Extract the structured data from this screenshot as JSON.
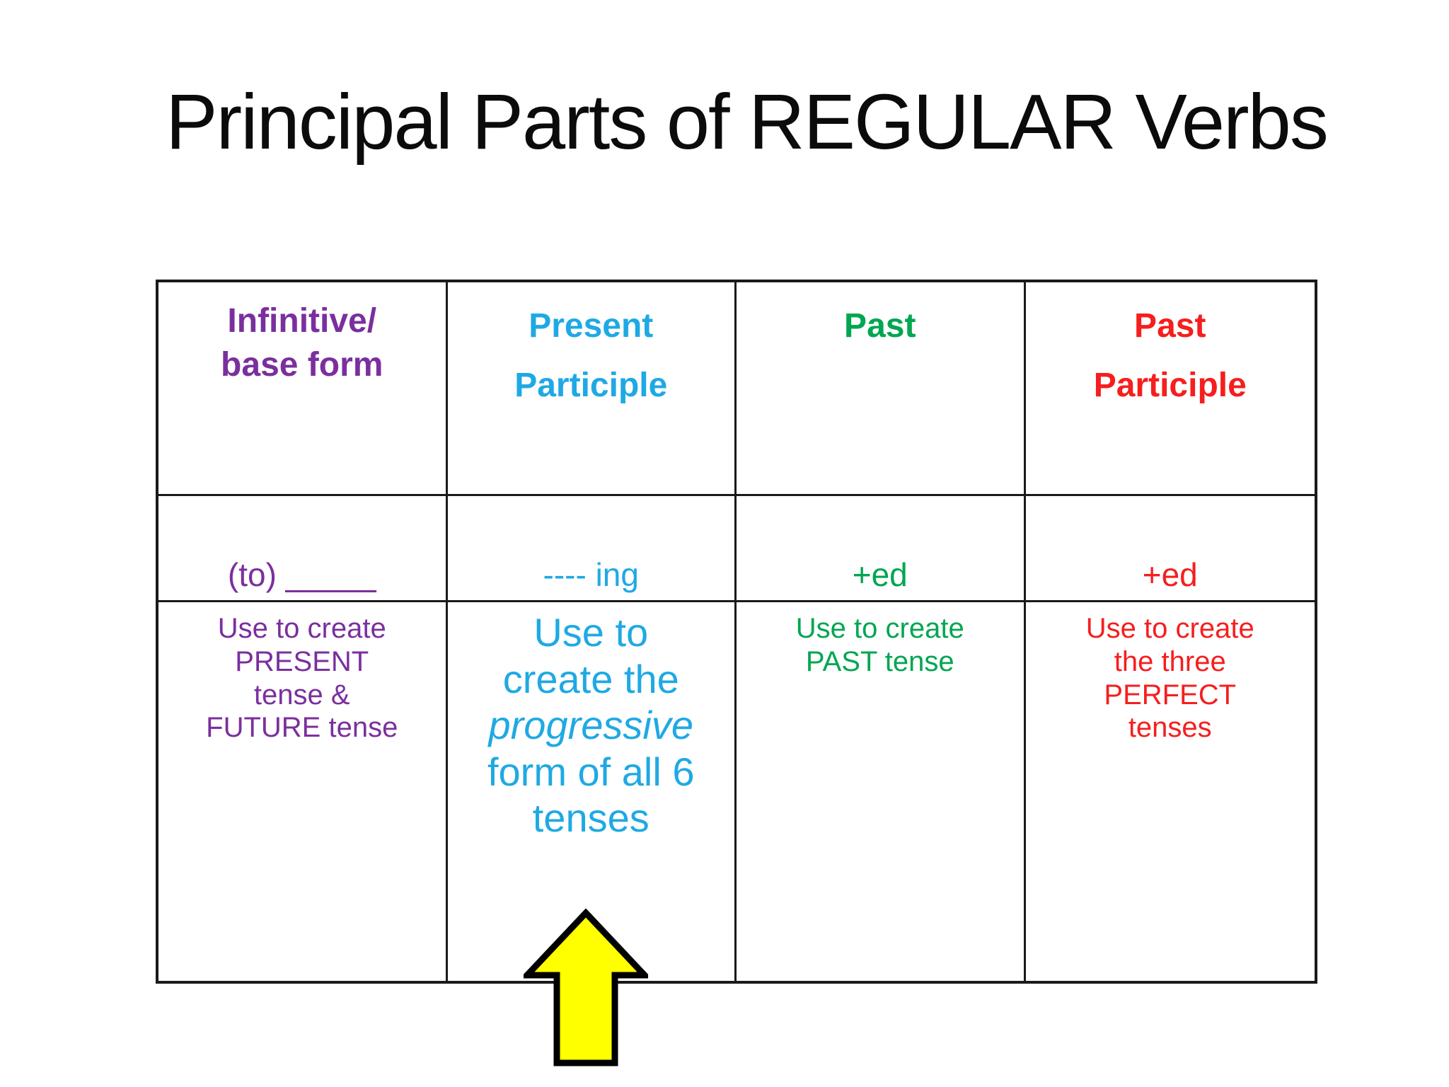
{
  "slide": {
    "title": "Principal Parts of REGULAR Verbs"
  },
  "colors": {
    "title_text": "#0B0B0B",
    "table_border": "#1A1A1A",
    "infinitive_purple": "#7B2F9E",
    "present_participle_cyan": "#1FA9E4",
    "past_green": "#00A651",
    "past_participle_red": "#F61E1E",
    "arrow_fill": "#FFFF00",
    "arrow_outline": "#000000"
  },
  "table": {
    "columns": [
      {
        "id": "infinitive-base-form",
        "header_lines": [
          "Infinitive/",
          "base form"
        ],
        "form": "(to) _____",
        "usage_lines": [
          "Use to create",
          "PRESENT",
          "tense &",
          "FUTURE tense"
        ]
      },
      {
        "id": "present-participle",
        "header_lines": [
          "Present",
          "Participle"
        ],
        "form": "---- ing",
        "usage_lines": [
          "Use to",
          "create the",
          "progressive",
          "form of all 6",
          "tenses"
        ],
        "usage_italic_line_index": 2
      },
      {
        "id": "past",
        "header_lines": [
          "Past"
        ],
        "form": "+ed",
        "usage_lines": [
          "Use to create",
          "PAST tense"
        ]
      },
      {
        "id": "past-participle",
        "header_lines": [
          "Past",
          "Participle"
        ],
        "form": "+ed",
        "usage_lines": [
          "Use to create",
          "the three",
          "PERFECT",
          "tenses"
        ]
      }
    ]
  },
  "arrow": {
    "direction": "up",
    "points_to_column": "Present Participle"
  }
}
